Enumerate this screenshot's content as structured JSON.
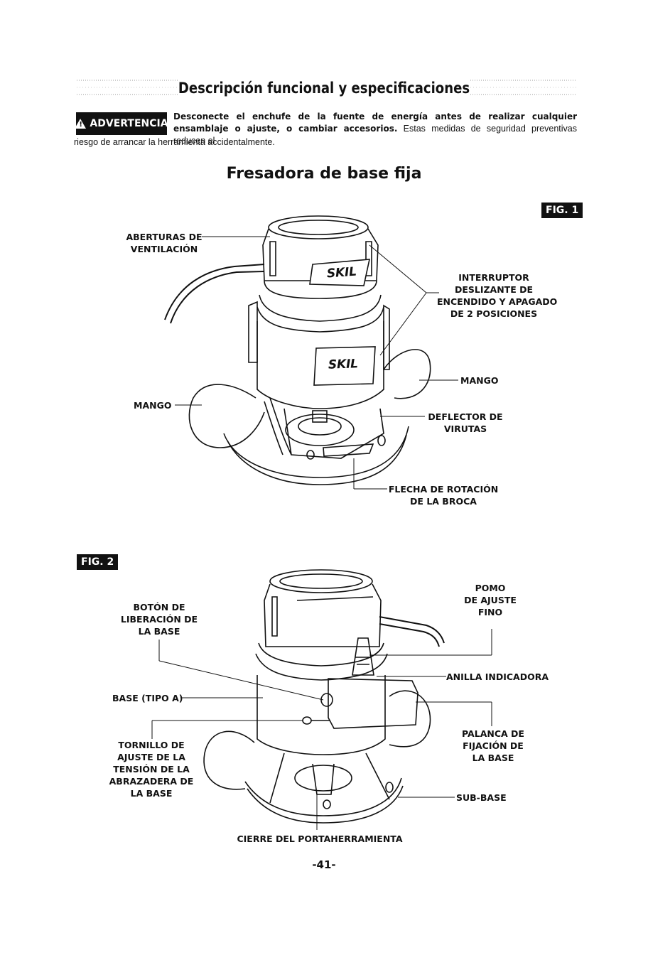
{
  "header": {
    "title": "Descripción funcional y especificaciones"
  },
  "warning": {
    "badge": "ADVERTENCIA",
    "bold_text": "Desconecte el enchufe de la fuente de energía antes de realizar cualquier ensamblaje o ajuste, o cambiar accesorios.",
    "text_part1": "Estas medidas de seguridad preventivas reducen el",
    "text_part2": "riesgo de arrancar la herramienta accidentalmente."
  },
  "section": {
    "title": "Fresadora de base fija"
  },
  "fig1": {
    "badge": "FIG. 1",
    "logo_top": "SKIL",
    "logo_mid": "SKIL",
    "labels": {
      "vents": [
        "ABERTURAS DE",
        "VENTILACIÓN"
      ],
      "switch": [
        "INTERRUPTOR",
        "DESLIZANTE DE",
        "ENCENDIDO Y APAGADO",
        "DE 2 POSICIONES"
      ],
      "handle_right": "MANGO",
      "handle_left": "MANGO",
      "chip_deflector": [
        "DEFLECTOR DE",
        "VIRUTAS"
      ],
      "arrow": [
        "FLECHA DE ROTACIÓN",
        "DE LA BROCA"
      ]
    }
  },
  "fig2": {
    "badge": "FIG. 2",
    "labels": {
      "release_button": [
        "BOTÓN DE",
        "LIBERACIÓN DE",
        "LA BASE"
      ],
      "base_type": "BASE (TIPO A)",
      "tension_screw": [
        "TORNILLO DE",
        "AJUSTE DE LA",
        "TENSIÓN DE LA",
        "ABRAZADERA DE",
        "LA BASE"
      ],
      "fine_knob": [
        "POMO",
        "DE AJUSTE",
        "FINO"
      ],
      "indicator_ring": "ANILLA INDICADORA",
      "clamp_lever": [
        "PALANCA DE",
        "FIJACIÓN DE",
        "LA BASE"
      ],
      "sub_base": "SUB-BASE",
      "spindle_lock": "CIERRE DEL PORTAHERRAMIENTA"
    }
  },
  "footer": {
    "page_number": "-41-"
  }
}
